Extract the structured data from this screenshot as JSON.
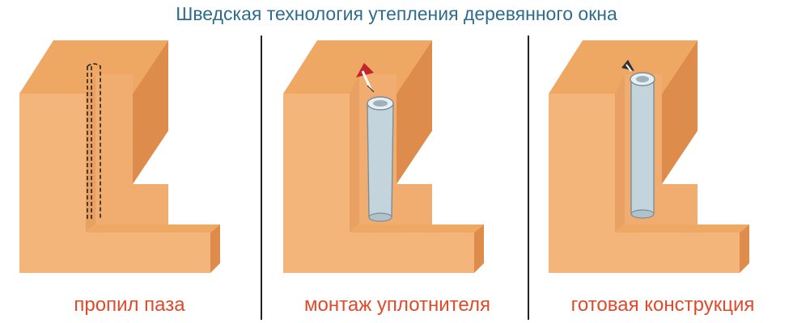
{
  "title": "Шведская технология утепления деревянного окна",
  "colors": {
    "title": "#2e6c8e",
    "caption": "#e04a2a",
    "wood_top": "#efa764",
    "wood_front": "#f3b57a",
    "wood_side": "#dd8c4c",
    "wood_slot": "#e9a163",
    "seal_tube": "#c4d4dd",
    "arrow": "#c0262b"
  },
  "steps": [
    {
      "caption": "пропил паза",
      "illustration": "groove-cut"
    },
    {
      "caption": "монтаж уплотнителя",
      "illustration": "seal-install"
    },
    {
      "caption": "готовая конструкция",
      "illustration": "finished"
    }
  ]
}
